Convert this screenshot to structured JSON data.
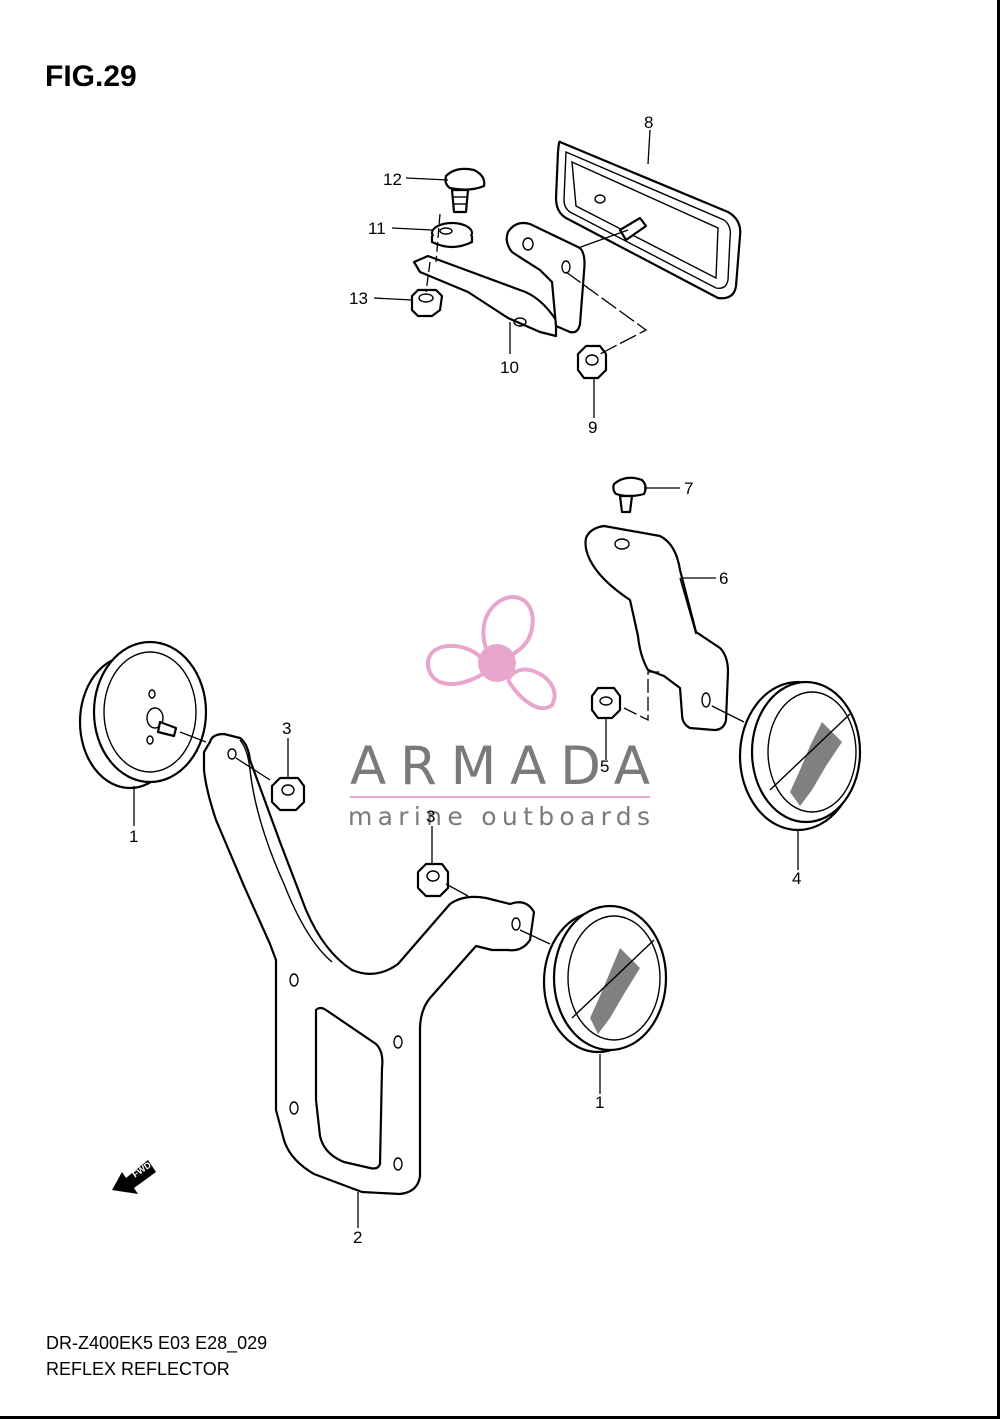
{
  "figure": {
    "title": "FIG.29"
  },
  "watermark": {
    "brand": "ARMADA",
    "tagline": "marine outboards",
    "logo_color": "#e8a6cc",
    "text_color": "#7a7a7a"
  },
  "callouts": [
    {
      "id": "c12",
      "label": "12"
    },
    {
      "id": "c11",
      "label": "11"
    },
    {
      "id": "c13",
      "label": "13"
    },
    {
      "id": "c10",
      "label": "10"
    },
    {
      "id": "c9",
      "label": "9"
    },
    {
      "id": "c8",
      "label": "8"
    },
    {
      "id": "c7",
      "label": "7"
    },
    {
      "id": "c6",
      "label": "6"
    },
    {
      "id": "c5",
      "label": "5"
    },
    {
      "id": "c4",
      "label": "4"
    },
    {
      "id": "c3a",
      "label": "3"
    },
    {
      "id": "c3b",
      "label": "3"
    },
    {
      "id": "c1a",
      "label": "1"
    },
    {
      "id": "c1b",
      "label": "1"
    },
    {
      "id": "c2",
      "label": "2"
    }
  ],
  "fwd_label": "FWD",
  "footer": {
    "model_code": "DR-Z400EK5 E03 E28_029",
    "section_name": "REFLEX REFLECTOR"
  }
}
